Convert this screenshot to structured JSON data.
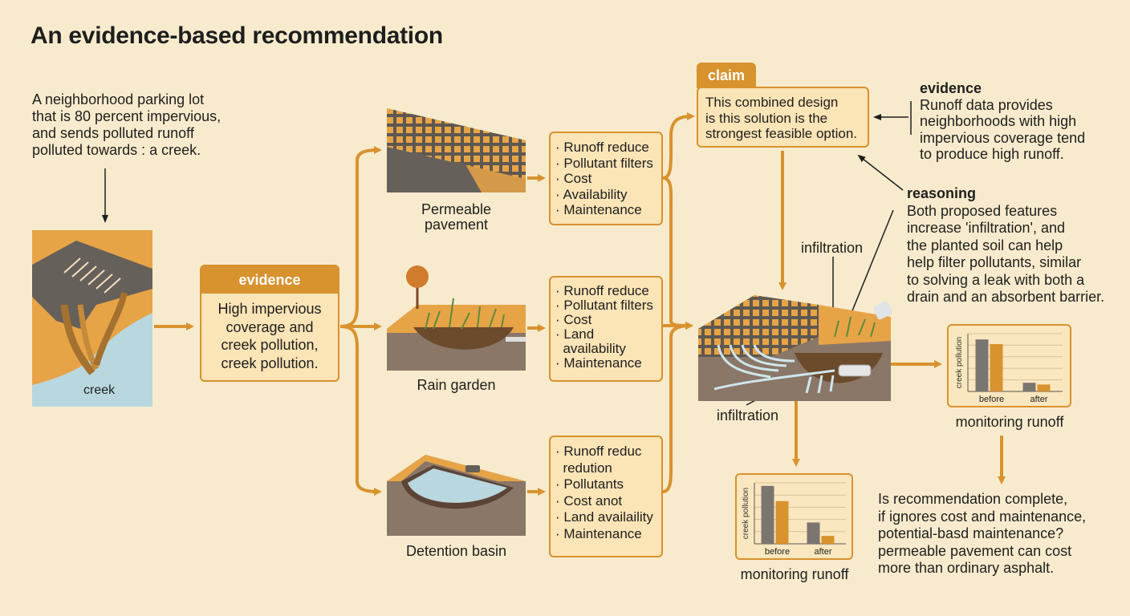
{
  "title": "An evidence-based recommendation",
  "intro": {
    "lines": [
      "A neighborhood parking lot",
      "that is 80 percent impervious,",
      "and sends polluted runoff",
      "polluted towards : a creek."
    ],
    "creek_label": "creek"
  },
  "evidence_box": {
    "header": "evidence",
    "lines": [
      "High impervious",
      "coverage and",
      "creek pollution,",
      "creek pollution."
    ]
  },
  "options": [
    {
      "name": "Permeable\npavement",
      "name_lines": [
        "Permeable",
        "pavement"
      ],
      "criteria": [
        "· Runoff reduce",
        "· Pollutant filters",
        "· Cost",
        "· Availability",
        "· Maintenance"
      ]
    },
    {
      "name_lines": [
        "Rain garden"
      ],
      "criteria": [
        "· Runoff reduce",
        "· Pollutant filters",
        "· Cost",
        "· Land",
        "  availability",
        "· Maintenance"
      ]
    },
    {
      "name_lines": [
        "Detention basin"
      ],
      "criteria": [
        "· Runoff reduc",
        "  redution",
        "· Pollutants",
        "· Cost anot",
        "· Land availaility",
        "· Maintenance"
      ]
    }
  ],
  "claim": {
    "label": "claim",
    "lines": [
      "This combined design",
      "is this solution is the",
      "strongest feasible option."
    ]
  },
  "evidence_note": {
    "label": "evidence",
    "lines": [
      "Runoff data provides",
      "neighborhoods with high",
      "impervious coverage tend",
      "to produce high runoff."
    ]
  },
  "reasoning": {
    "label": "reasoning",
    "lines": [
      "Both proposed features",
      "increase 'infiltration', and",
      "the planted soil can help",
      "help filter pollutants, similar",
      "to solving a leak with both a",
      "drain and an absorbent barrier."
    ]
  },
  "diagram_labels": {
    "infiltration_top": "infiltration",
    "infiltration_bottom": "infiltration"
  },
  "charts": [
    {
      "caption": "monitoring runoff",
      "ylabel": "creek pollution",
      "categories": [
        "before",
        "after"
      ]
    },
    {
      "caption": "monitoring runoff",
      "ylabel": "creek pollution",
      "categories": [
        "before",
        "after"
      ]
    }
  ],
  "chart_data": [
    {
      "type": "bar",
      "ylabel": "creek pollution",
      "categories": [
        "before",
        "after"
      ],
      "series": [
        {
          "values": [
            0.9,
            0.15
          ]
        },
        {
          "values": [
            0.82,
            0.12
          ]
        }
      ],
      "ylim": [
        0,
        1
      ]
    },
    {
      "type": "bar",
      "ylabel": "creek pollution",
      "categories": [
        "before",
        "after"
      ],
      "series": [
        {
          "values": [
            0.95,
            0.35
          ]
        },
        {
          "values": [
            0.7,
            0.13
          ]
        }
      ],
      "ylim": [
        0,
        1
      ]
    }
  ],
  "question": {
    "lines": [
      "Is recommendation complete,",
      "if ignores cost and maintenance,",
      "potential-basd maintenance?",
      "permeable pavement can cost",
      "more than ordinary asphalt."
    ]
  },
  "colors": {
    "accent": "#d8922e",
    "background": "#f8ebcd",
    "box_fill": "#fbe4b6",
    "gray_bar": "#7b7570",
    "water": "#b9d7df"
  }
}
